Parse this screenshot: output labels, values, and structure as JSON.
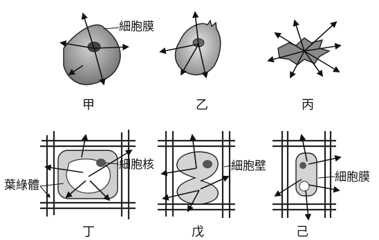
{
  "panels": {
    "jia": {
      "caption": "甲"
    },
    "yi": {
      "caption": "乙"
    },
    "bing": {
      "caption": "丙"
    },
    "ding": {
      "caption": "丁"
    },
    "wu": {
      "caption": "戊"
    },
    "ji": {
      "caption": "己"
    }
  },
  "labels": {
    "cell_membrane_top": "細胞膜",
    "nucleus": "細胞核",
    "chloroplast": "葉綠體",
    "cell_wall": "細胞壁",
    "cell_membrane_right": "細胞膜"
  }
}
